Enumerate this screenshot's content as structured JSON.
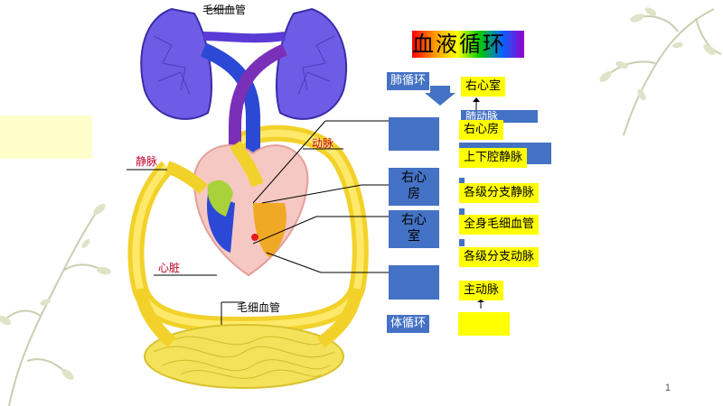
{
  "slide": {
    "title": "血液循环",
    "page_number": "1"
  },
  "diagram": {
    "labels": {
      "capillary_top": "毛细血管",
      "artery": "动脉",
      "vein": "静脉",
      "heart": "心脏",
      "capillary_bottom": "毛细血管"
    }
  },
  "flow": {
    "pulmonary_label": "肺循环",
    "systemic_label": "体循环",
    "right_ventricle_top": "右心室",
    "hidden_text": "肺动脉",
    "hidden_text_2": "上下腔静脉",
    "right_atrium": "右心房",
    "vena_cava": "上下腔静脉",
    "branch_veins": "各级分支静脉",
    "body_capillaries": "全身毛细血管",
    "branch_arteries": "各级分支动脉",
    "aorta": "主动脉"
  },
  "boxes": {
    "right_atrium_box": "右心\n房",
    "right_ventricle_box": "右心\n室"
  },
  "colors": {
    "blue_box": "#4472c4",
    "yellow_box": "#ffff00",
    "title_rainbow": [
      "#ff0000",
      "#ff9900",
      "#ffff00",
      "#00cc00",
      "#0066ff",
      "#9900cc"
    ]
  }
}
